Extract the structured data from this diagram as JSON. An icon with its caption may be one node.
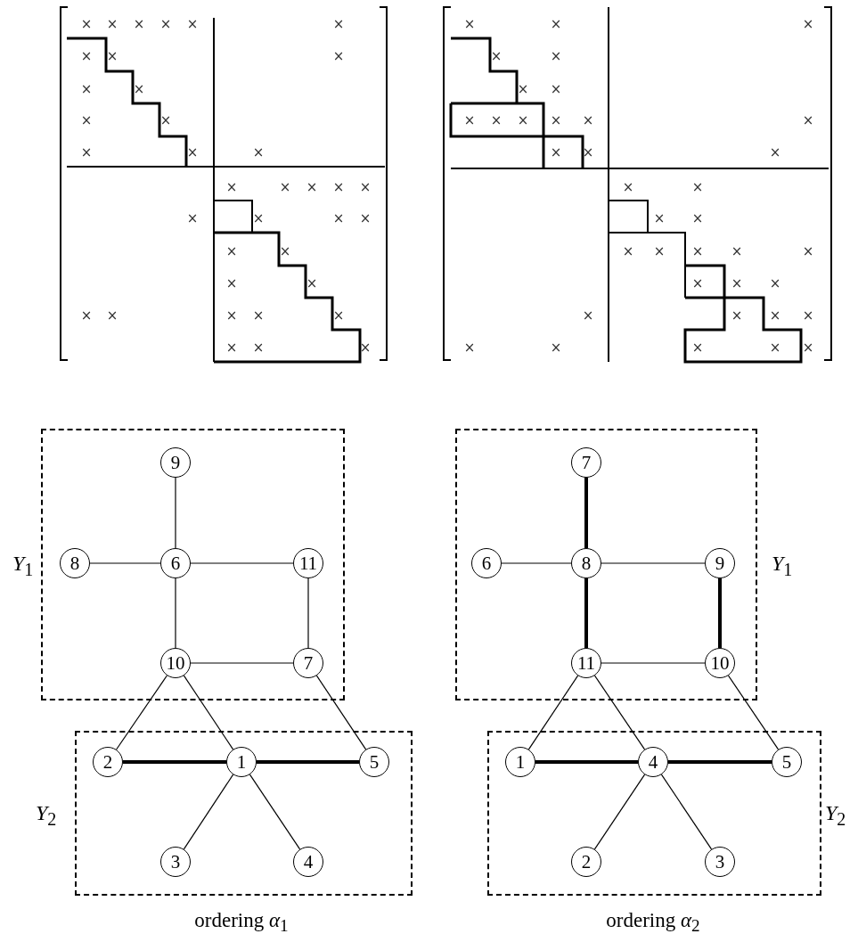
{
  "diagram": {
    "nodes": [
      {
        "text": [
          "*Y*$_{1}$"
        ]
      },
      {
        "text": [
          "9"
        ],
        "in": 0
      },
      {
        "text": [
          "8"
        ],
        "in": 0
      },
      {
        "text": [
          "6"
        ],
        "in": 0
      },
      {
        "text": [
          "11"
        ],
        "in": 0
      },
      {
        "text": [
          "10"
        ],
        "in": 0
      },
      {
        "text": [
          "7"
        ],
        "in": 0
      },
      {
        "text": [
          "*Y*$_{2}$"
        ]
      },
      {
        "text": [
          "2"
        ],
        "in": 7
      },
      {
        "text": [
          "1"
        ],
        "in": 7
      },
      {
        "text": [
          "5"
        ],
        "in": 7
      },
      {
        "text": [
          "3"
        ],
        "in": 7
      },
      {
        "text": [
          "4"
        ],
        "in": 7
      },
      {
        "text": [
          "*Y*$_{1}$"
        ]
      },
      {
        "text": [
          "7"
        ],
        "in": 13
      },
      {
        "text": [
          "6"
        ],
        "in": 13
      },
      {
        "text": [
          "8"
        ],
        "in": 13
      },
      {
        "text": [
          "9"
        ],
        "in": 13
      },
      {
        "text": [
          "11"
        ],
        "in": 13
      },
      {
        "text": [
          "10"
        ],
        "in": 13
      },
      {
        "text": [
          "*Y*$_{2}$"
        ]
      },
      {
        "text": [
          "1"
        ],
        "in": 20
      },
      {
        "text": [
          "4"
        ],
        "in": 20
      },
      {
        "text": [
          "5"
        ],
        "in": 20
      },
      {
        "text": [
          "2"
        ],
        "in": 20
      },
      {
        "text": [
          "3"
        ],
        "in": 20
      }
    ],
    "edges": [
      {
        "from": 1,
        "to": 3,
        "arrow": "none"
      },
      {
        "from": 2,
        "to": 3,
        "arrow": "none"
      },
      {
        "from": 3,
        "to": 4,
        "arrow": "none"
      },
      {
        "from": 3,
        "to": 5,
        "arrow": "none"
      },
      {
        "from": 4,
        "to": 6,
        "arrow": "none"
      },
      {
        "from": 5,
        "to": 6,
        "arrow": "none"
      },
      {
        "from": 5,
        "to": 8,
        "arrow": "none"
      },
      {
        "from": 5,
        "to": 9,
        "arrow": "none"
      },
      {
        "from": 6,
        "to": 10,
        "arrow": "none"
      },
      {
        "from": 8,
        "to": 9,
        "arrow": "none",
        "style": "thick"
      },
      {
        "from": 9,
        "to": 10,
        "arrow": "none",
        "style": "thick"
      },
      {
        "from": 9,
        "to": 11,
        "arrow": "none"
      },
      {
        "from": 9,
        "to": 12,
        "arrow": "none"
      },
      {
        "from": 14,
        "to": 16,
        "arrow": "none",
        "style": "thick"
      },
      {
        "from": 15,
        "to": 16,
        "arrow": "none"
      },
      {
        "from": 16,
        "to": 17,
        "arrow": "none"
      },
      {
        "from": 16,
        "to": 18,
        "arrow": "none",
        "style": "thick"
      },
      {
        "from": 17,
        "to": 19,
        "arrow": "none",
        "style": "thick"
      },
      {
        "from": 18,
        "to": 19,
        "arrow": "none"
      },
      {
        "from": 18,
        "to": 21,
        "arrow": "none"
      },
      {
        "from": 18,
        "to": 22,
        "arrow": "none"
      },
      {
        "from": 19,
        "to": 23,
        "arrow": "none"
      },
      {
        "from": 21,
        "to": 22,
        "arrow": "none",
        "style": "thick"
      },
      {
        "from": 22,
        "to": 23,
        "arrow": "none",
        "style": "thick"
      },
      {
        "from": 22,
        "to": 24,
        "arrow": "none"
      },
      {
        "from": 22,
        "to": 25,
        "arrow": "none"
      }
    ],
    "labels": [
      "×",
      "×",
      "×",
      "×",
      "×",
      "×",
      "×",
      "×",
      "×",
      "×",
      "×",
      "×",
      "×",
      "×",
      "×",
      "×",
      "×",
      "×",
      "×",
      "×",
      "×",
      "×",
      "×",
      "×",
      "×",
      "×",
      "×",
      "×",
      "×",
      "×",
      "×",
      "×",
      "×",
      "×",
      "×",
      "×",
      "×",
      "×",
      "×",
      "×",
      "×",
      "×",
      "×",
      "×",
      "×",
      "×",
      "×",
      "×",
      "×",
      "×",
      "×",
      "×",
      "×",
      "×",
      "×",
      "×",
      "×",
      "×",
      "×",
      "×",
      "×",
      "×",
      "×",
      "×",
      "×",
      "×",
      "×",
      "×",
      "×",
      "×",
      "×",
      "×",
      "×",
      "×",
      "ordering *α*$_{1}$",
      "ordering *α*$_{2}$"
    ]
  }
}
